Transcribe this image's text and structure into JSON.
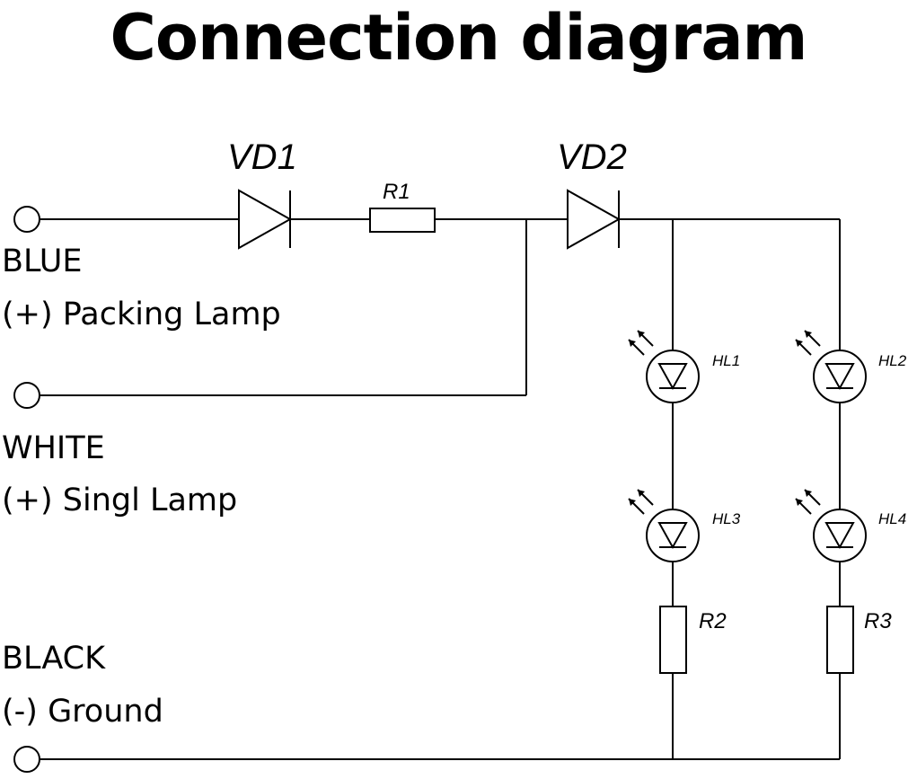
{
  "title": "Connection diagram",
  "terminals": [
    {
      "color_label": "BLUE",
      "function_label": "(+) Packing Lamp"
    },
    {
      "color_label": "WHITE",
      "function_label": "(+) Singl Lamp"
    },
    {
      "color_label": "BLACK",
      "function_label": "(-) Ground"
    }
  ],
  "components": {
    "vd1": "VD1",
    "vd2": "VD2",
    "r1": "R1",
    "r2": "R2",
    "r3": "R3",
    "hl1": "HL1",
    "hl2": "HL2",
    "hl3": "HL3",
    "hl4": "HL4"
  }
}
